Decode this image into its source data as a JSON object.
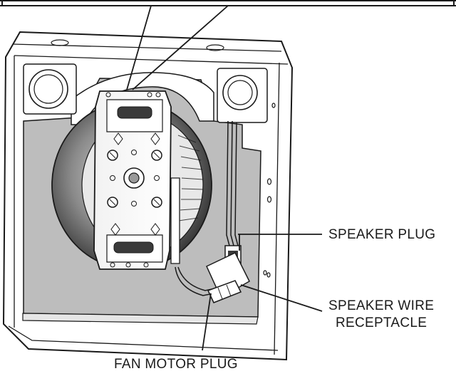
{
  "labels": {
    "speaker_plug": "SPEAKER PLUG",
    "speaker_wire_line1": "SPEAKER WIRE",
    "speaker_wire_line2": "RECEPTACLE",
    "fan_motor_plug": "FAN MOTOR PLUG"
  },
  "colors": {
    "line": "#1a1a1a",
    "panel_gray": "#bdbdbd",
    "wheel_dark": "#4a4a4a",
    "background": "#ffffff"
  },
  "icons": [
    "bathroom-fan-housing",
    "blower-wheel",
    "motor-mount-plate",
    "speaker-left",
    "speaker-right"
  ]
}
